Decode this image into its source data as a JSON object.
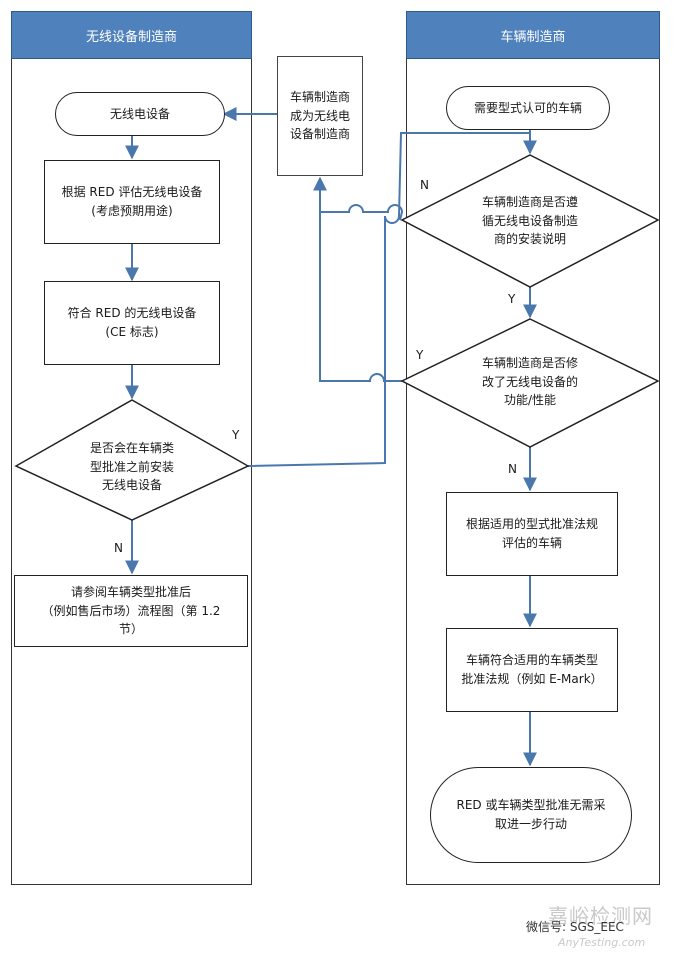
{
  "lanes": {
    "left_title": "无线设备制造商",
    "right_title": "车辆制造商"
  },
  "left": {
    "start": "无线电设备",
    "assess": "根据 RED 评估无线电设备\n(考虑预期用途)",
    "compliant": "符合 RED 的无线电设备\n(CE 标志)",
    "decision": "是否会在车辆类\n型批准之前安装\n无线电设备",
    "decision_yes": "Y",
    "decision_no": "N",
    "reference": "请参阅车辆类型批准后\n（例如售后市场）流程图（第  1.2\n节）"
  },
  "middle_note": "车辆制造商\n成为无线电\n设备制造商",
  "right": {
    "start": "需要型式认可的车辆",
    "decision1": "车辆制造商是否遵\n循无线电设备制造\n商的安装说明",
    "decision1_no": "N",
    "decision1_yes": "Y",
    "decision2": "车辆制造商是否修\n改了无线电设备的\n功能/性能",
    "decision2_yes": "Y",
    "decision2_no": "N",
    "assess": "根据适用的型式批准法规\n评估的车辆",
    "compliant": "车辆符合适用的车辆类型\n批准法规（例如 E-Mark）",
    "end": "RED 或车辆类型批准无需采\n取进一步行动"
  },
  "watermark": {
    "wechat": "微信号: SGS_EEC",
    "site_cn": "嘉峪检测网",
    "site_en": "AnyTesting.com"
  },
  "colors": {
    "header": "#4f81bd",
    "arrow": "#4a78ad"
  }
}
